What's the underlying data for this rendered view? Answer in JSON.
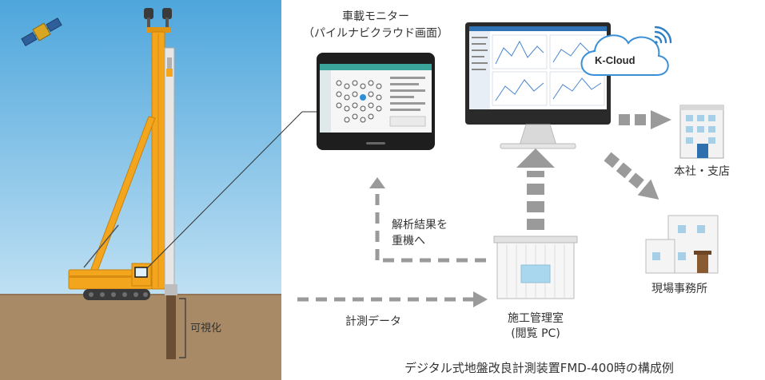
{
  "labels": {
    "monitor_title": "車載モニター",
    "monitor_subtitle": "（パイルナビクラウド画面）",
    "cloud": "K-Cloud",
    "head_office": "本社・支店",
    "site_office": "現場事務所",
    "feedback_line1": "解析結果を",
    "feedback_line2": "重機へ",
    "measurement_data": "計測データ",
    "control_room_line1": "施工管理室",
    "control_room_line2": "(閲覧 PC)",
    "visualization": "可視化",
    "caption": "デジタル式地盤改良計測装置FMD-400時の構成例"
  },
  "colors": {
    "sky": "#5aaede",
    "ground": "#a88a66",
    "machine": "#f0a21a",
    "arrow": "#9a9a9a",
    "cloud_outline": "#3a8fd6"
  }
}
